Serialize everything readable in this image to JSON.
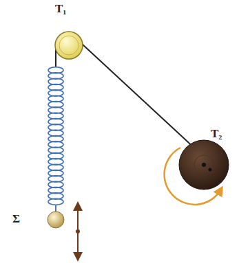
{
  "diagram": {
    "labels": [
      "T₁",
      "T₂",
      "Σ"
    ]
  }
}
